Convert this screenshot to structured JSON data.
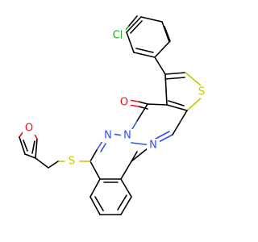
{
  "colors": {
    "background": "#ffffff",
    "bond": "#000000",
    "oxygen": "#ff0d0d",
    "nitrogen": "#3050f8",
    "sulfur": "#c6c600",
    "chlorine": "#1fb01f"
  },
  "atoms": {
    "cl": "Cl",
    "s_thiophene": "S",
    "o_carbonyl": "O",
    "n1": "N",
    "n2": "N",
    "n3": "N",
    "s_thioether": "S",
    "o_furan": "O"
  }
}
